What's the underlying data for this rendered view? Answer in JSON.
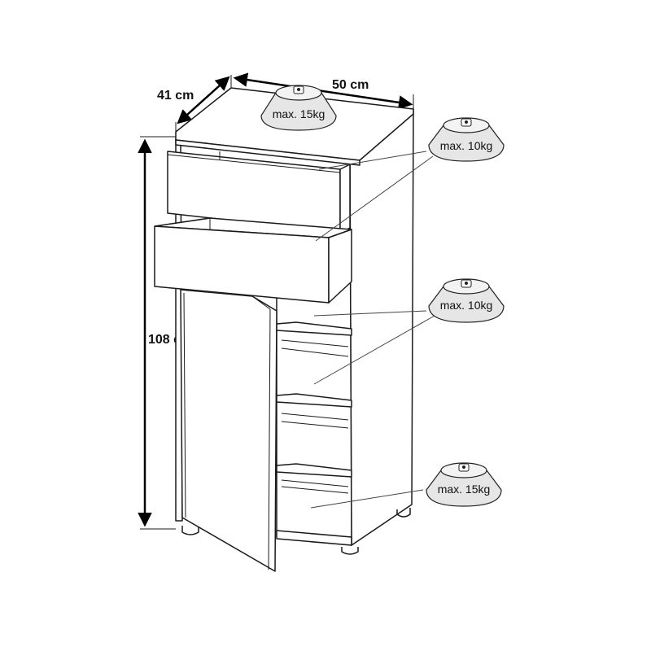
{
  "dimensions": {
    "depth": "41 cm",
    "width": "50 cm",
    "height": "108 cm"
  },
  "load_labels": {
    "top": "max. 15kg",
    "drawer": "max. 10kg",
    "shelf": "max. 10kg",
    "bottom": "max. 15kg"
  }
}
